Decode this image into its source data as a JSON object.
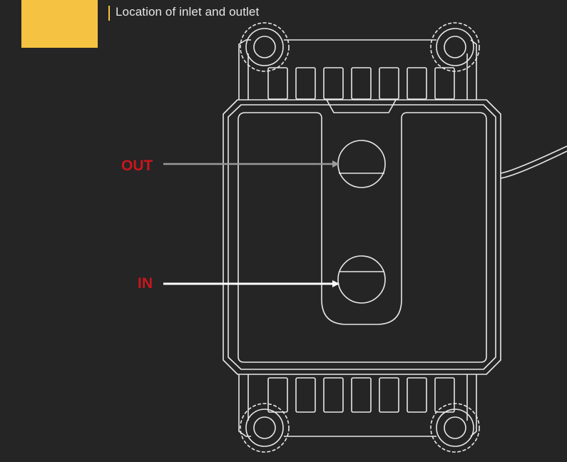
{
  "header": {
    "title": "Location of inlet and outlet"
  },
  "labels": {
    "outlet": "OUT",
    "inlet": "IN"
  },
  "colors": {
    "accent": "#f5c242",
    "background": "#252525",
    "line_art": "#e8e8e8",
    "label_red": "#c8161d",
    "arrow_out": "#9a9a9a",
    "arrow_in": "#ffffff"
  }
}
